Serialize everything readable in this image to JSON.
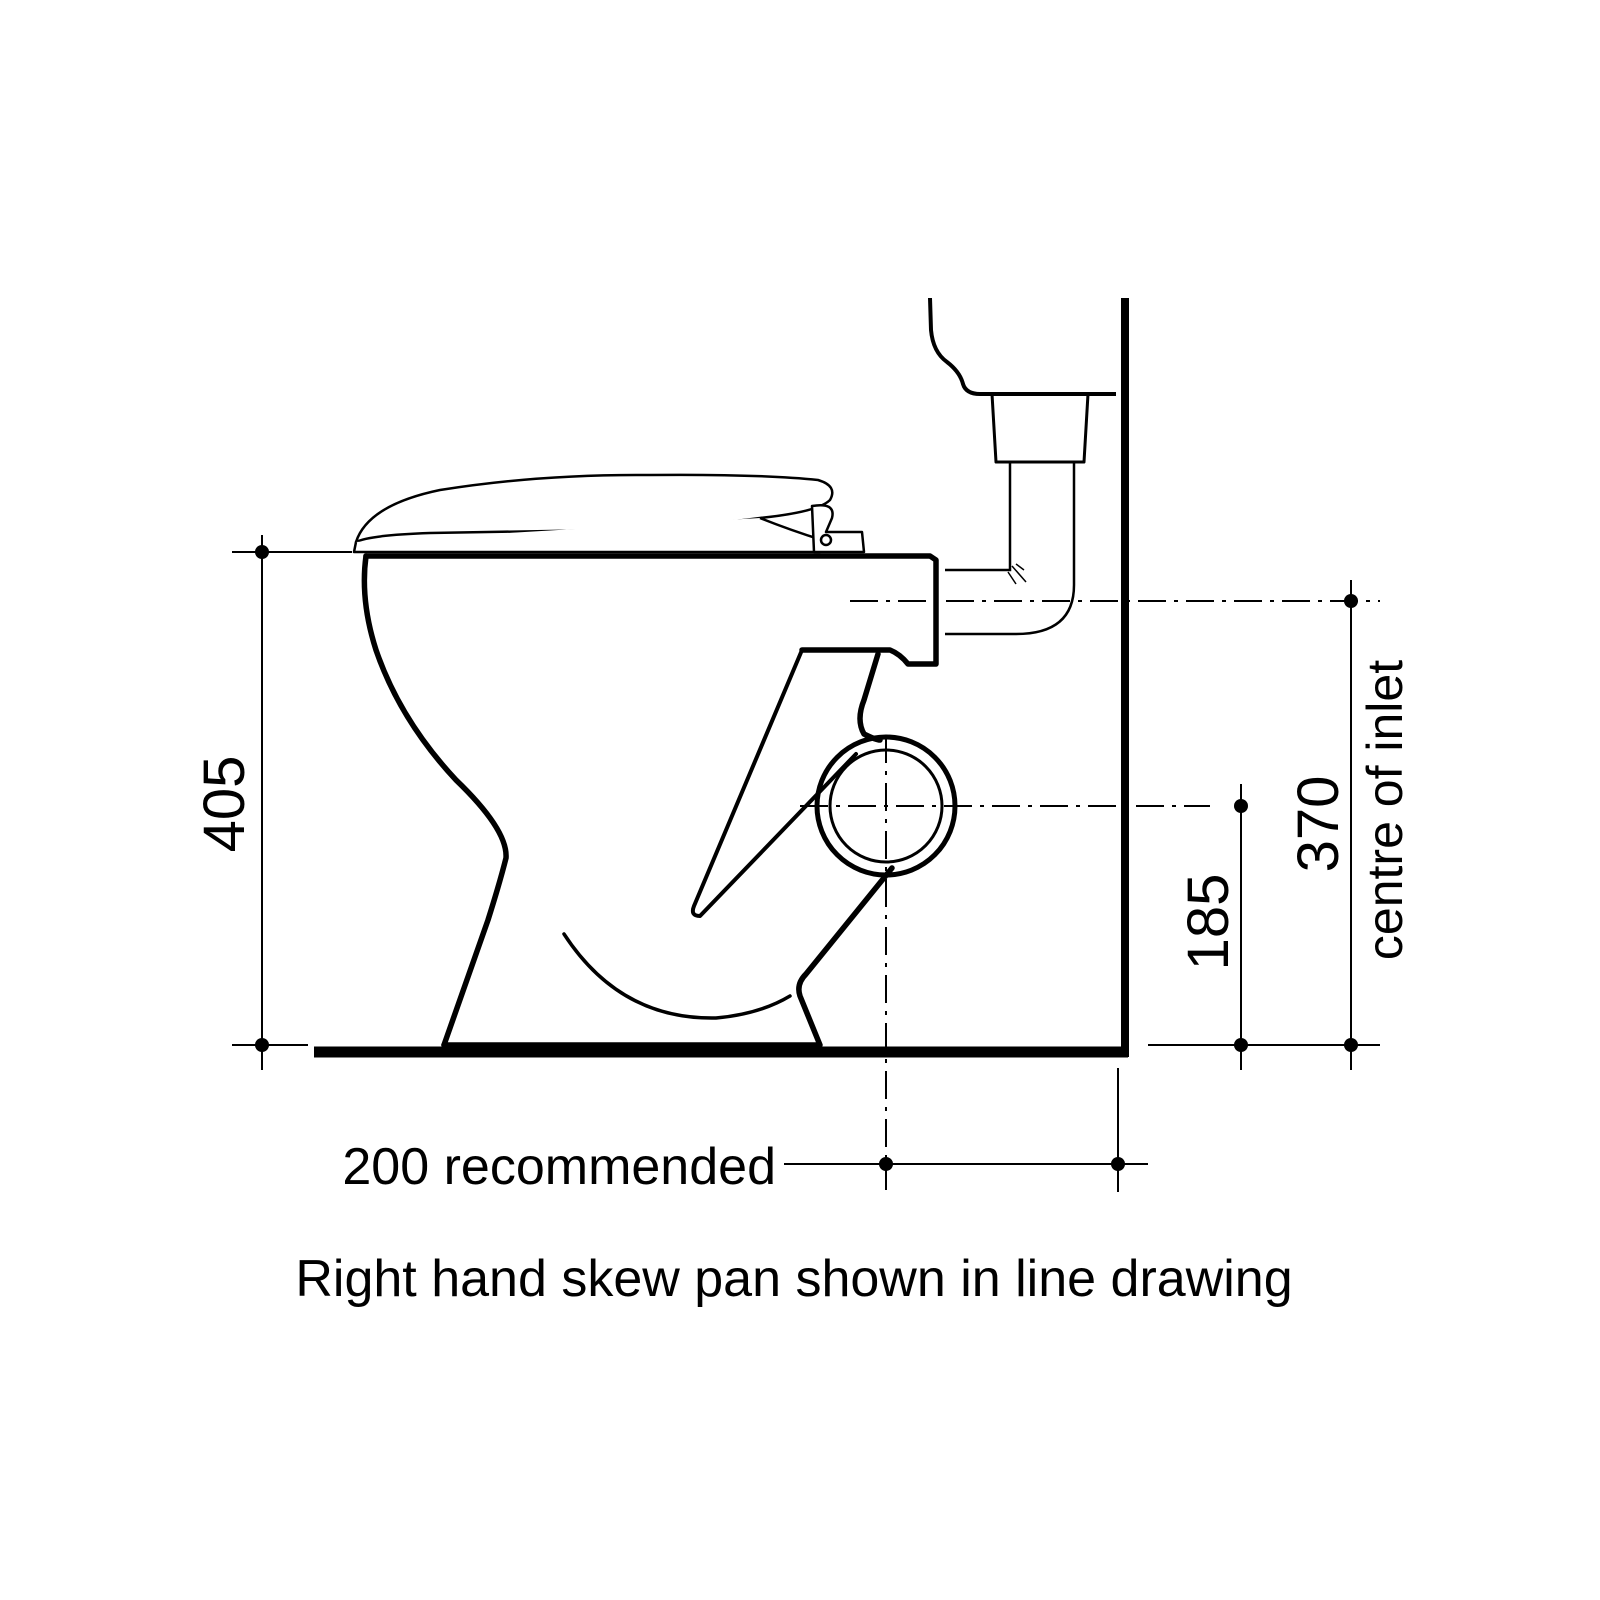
{
  "dimensions": {
    "pan_height": "405",
    "inlet_height": "370",
    "inlet_label": "centre of inlet",
    "outlet_height": "185",
    "setout": "200 recommended"
  },
  "caption": "Right hand skew pan shown in line drawing",
  "colors": {
    "ink": "#000000",
    "paper": "#ffffff"
  }
}
